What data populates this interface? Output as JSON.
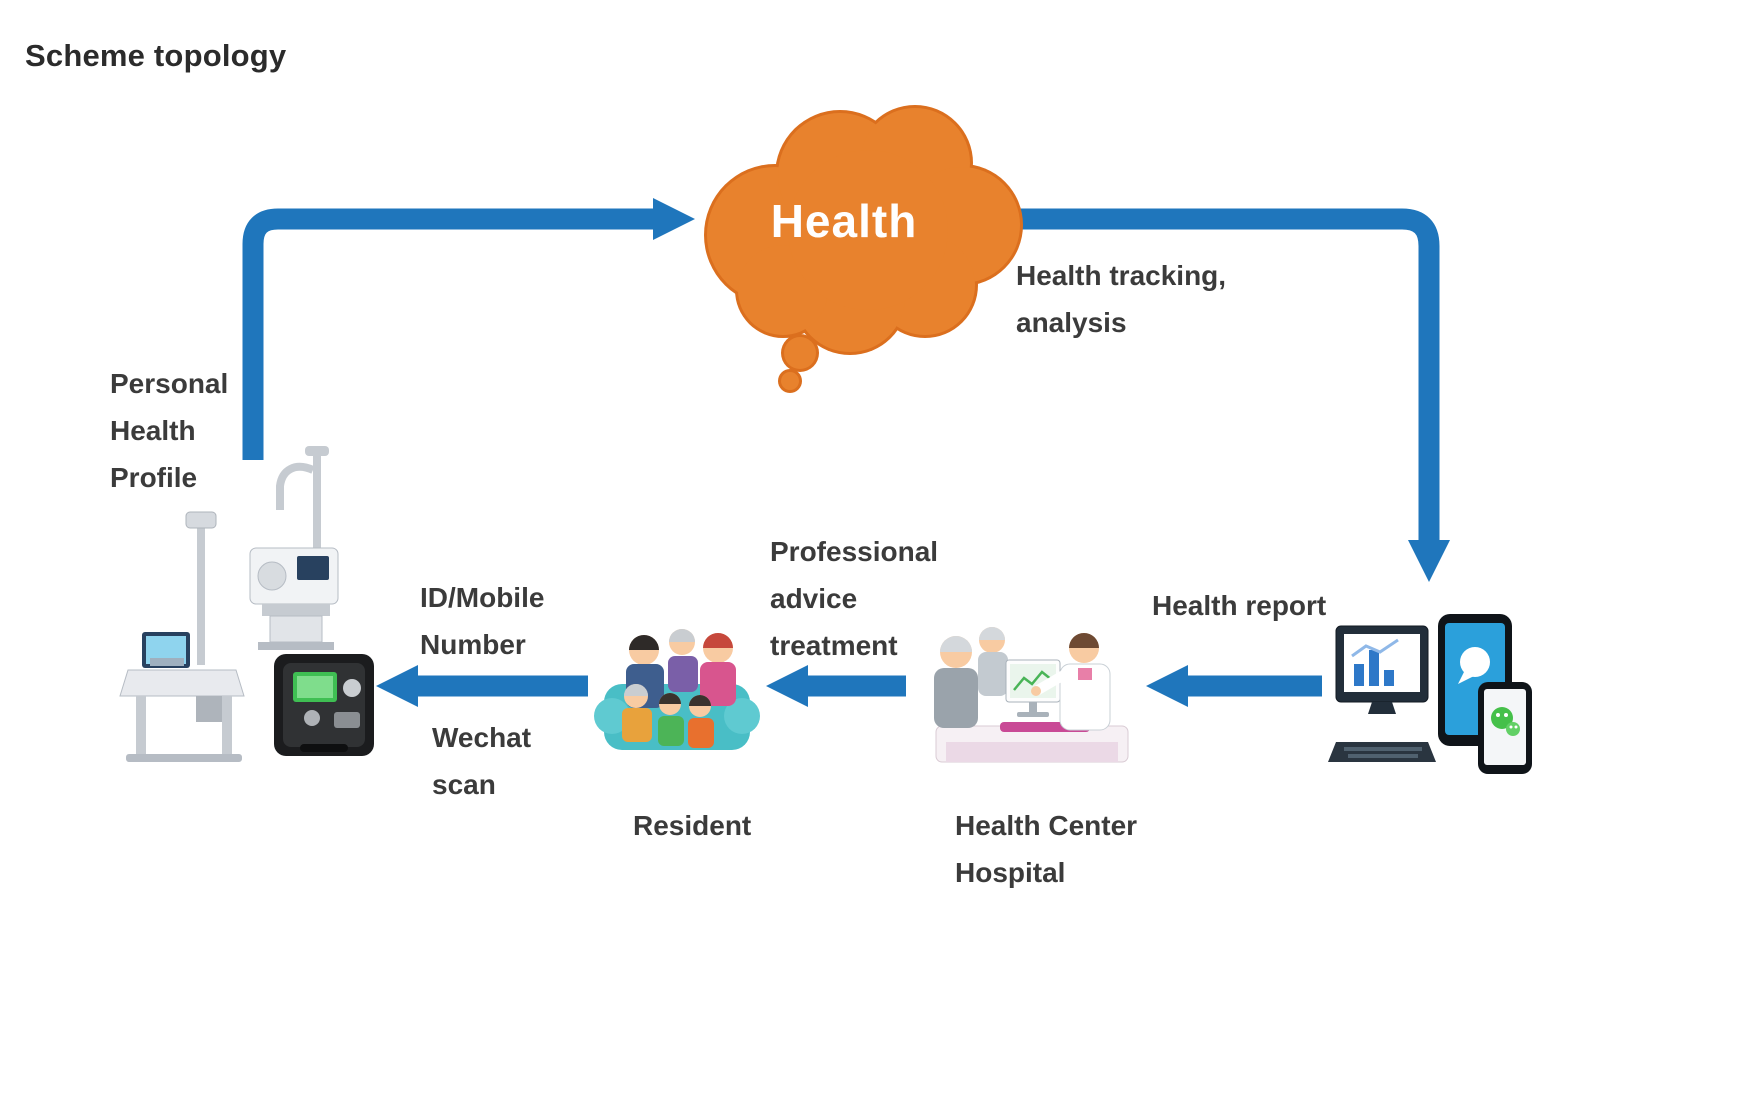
{
  "title": "Scheme topology",
  "cloud": {
    "label": "Health"
  },
  "labels": {
    "personal_health_profile": {
      "line1": "Personal",
      "line2": "Health",
      "line3": "Profile"
    },
    "health_tracking": {
      "line1": "Health tracking,",
      "line2": "analysis"
    },
    "id_mobile": {
      "line1": "ID/Mobile",
      "line2": "Number"
    },
    "wechat": {
      "line1": "Wechat",
      "line2": "scan"
    },
    "professional": {
      "line1": "Professional",
      "line2": "advice",
      "line3": "treatment"
    },
    "health_report": "Health report",
    "resident": "Resident",
    "health_center": {
      "line1": "Health Center",
      "line2": "Hospital"
    }
  },
  "icons": {
    "kiosk": "health-kiosk-devices-icon",
    "resident": "family-group-icon",
    "health_center": "doctors-consultation-icon",
    "devices": "computer-and-phones-icon",
    "cloud": "health-cloud-icon"
  },
  "colors": {
    "arrow": "#1F76BC",
    "cloud": "#E8822D",
    "cloudOutline": "#DB6F1E",
    "text": "#3B3B3B",
    "cloudText": "#FFFFFF"
  }
}
